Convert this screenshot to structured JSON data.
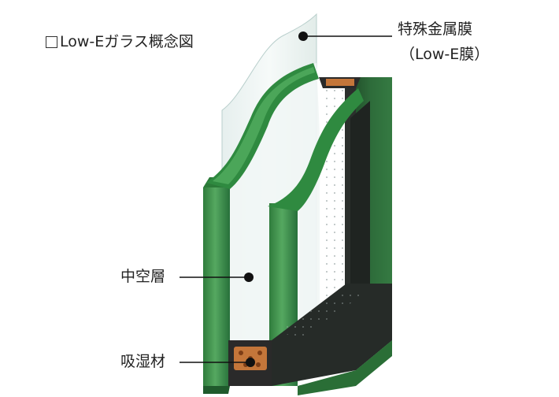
{
  "title": "Low-Eガラス概念図",
  "labels": {
    "metal_film": "特殊金属膜",
    "lowe_film": "（Low-E膜）",
    "air_layer": "中空層",
    "desiccant": "吸湿材"
  },
  "colors": {
    "glass_edge": "#3b8a45",
    "glass_edge_dark": "#1f5a2c",
    "spacer": "#2a2a2a",
    "desiccant": "#c4763a",
    "leader": "#111111"
  }
}
